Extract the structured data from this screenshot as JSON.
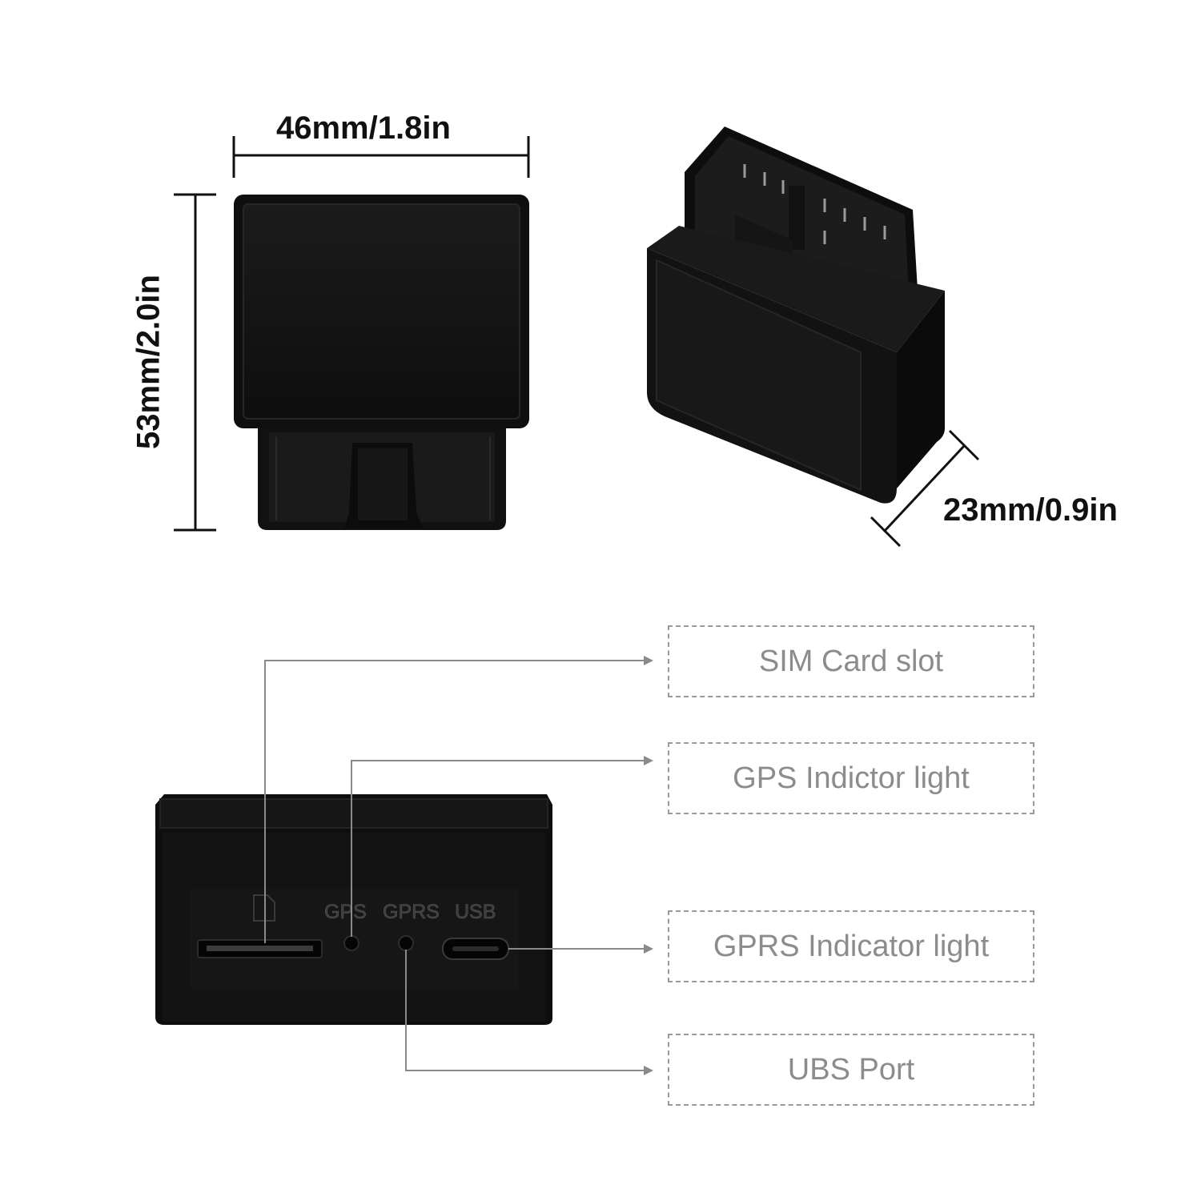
{
  "dimensions": {
    "width": "46mm/1.8in",
    "height": "53mm/2.0in",
    "depth": "23mm/0.9in"
  },
  "callouts": {
    "sim": "SIM Card slot",
    "gps": "GPS Indictor light",
    "gprs": "GPRS Indicator light",
    "usb": "UBS Port"
  },
  "device_labels": {
    "gps": "GPS",
    "gprs": "GPRS",
    "usb": "USB"
  },
  "colors": {
    "device_body": "#141414",
    "device_edge": "#2a2a2a",
    "leader_line": "#8a8a8a",
    "callout_text": "#8c8c8c"
  }
}
